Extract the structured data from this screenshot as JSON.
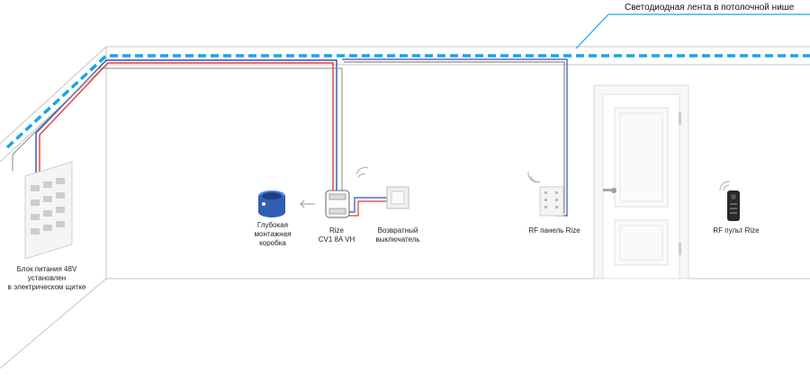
{
  "labels": {
    "led_strip": "Светодиодная лента в потолочной нише",
    "psu_line1": "Блок питания 48V",
    "psu_line2": "установлен",
    "psu_line3": "в электрическом щитке",
    "junction_line1": "Глубокая",
    "junction_line2": "монтажная",
    "junction_line3": "коробка",
    "controller_line1": "Rize",
    "controller_line2": "CV1 8A VH",
    "switch_line1": "Возвратный",
    "switch_line2": "выключатель",
    "rf_panel": "RF панель Rize",
    "rf_remote": "RF пульт Rize"
  },
  "colors": {
    "led_strip": "#1aa3e8",
    "wire_positive": "#e03a3a",
    "wire_negative": "#2b4fbf",
    "wall_line": "#bbbbbb",
    "junction_box": "#2f5fb3"
  }
}
